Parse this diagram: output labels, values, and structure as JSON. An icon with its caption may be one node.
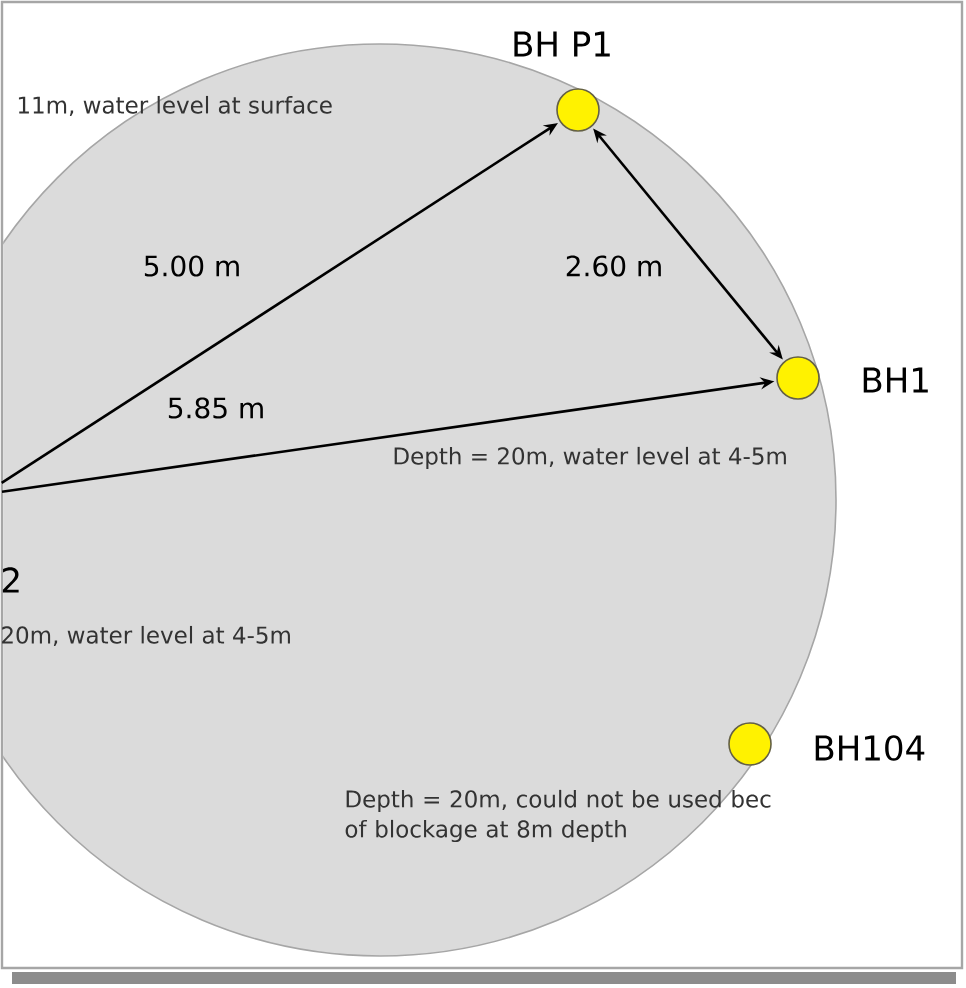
{
  "diagram": {
    "nodes": [
      {
        "text": [
          "BH P1"
        ]
      },
      {
        "text": [
          "BH1"
        ]
      },
      {
        "text": [
          "2"
        ]
      },
      {
        "text": [
          "BH104"
        ]
      }
    ],
    "edges": [
      {
        "from": null,
        "to": 0,
        "arrow": "to",
        "label": "5.00 m"
      },
      {
        "from": 0,
        "to": 1,
        "arrow": "both",
        "label": "2.60 m"
      },
      {
        "from": null,
        "to": 1,
        "arrow": "to",
        "label": "5.85 m"
      }
    ],
    "labels": [
      "11m, water level at surface",
      "Depth = 20m, water level at 4-5m",
      "20m, water level at 4-5m",
      "Depth = 20m, could not be used bec of blockage at 8m depth"
    ]
  }
}
